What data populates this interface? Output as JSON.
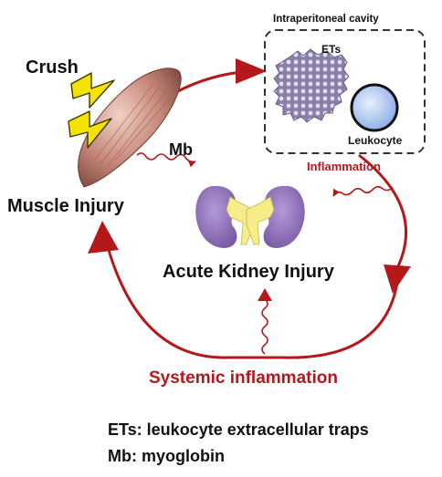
{
  "labels": {
    "crush": "Crush",
    "muscle_injury": "Muscle Injury",
    "mb": "Mb",
    "cavity": "Intraperitoneal cavity",
    "ets": "ETs",
    "leukocyte": "Leukocyte",
    "inflammation": "Inflammation",
    "aki": "Acute Kidney Injury",
    "systemic": "Systemic inflammation"
  },
  "legend": {
    "ets": "ETs: leukocyte extracellular traps",
    "mb": "Mb: myoglobin"
  },
  "colors": {
    "arrow": "#b3191b",
    "label_red": "#b3191b",
    "kidney": "#8b6fb5",
    "muscle": "#c88a7c",
    "bolt": "#f5e200",
    "leukocyte": "#a9c6ef"
  }
}
